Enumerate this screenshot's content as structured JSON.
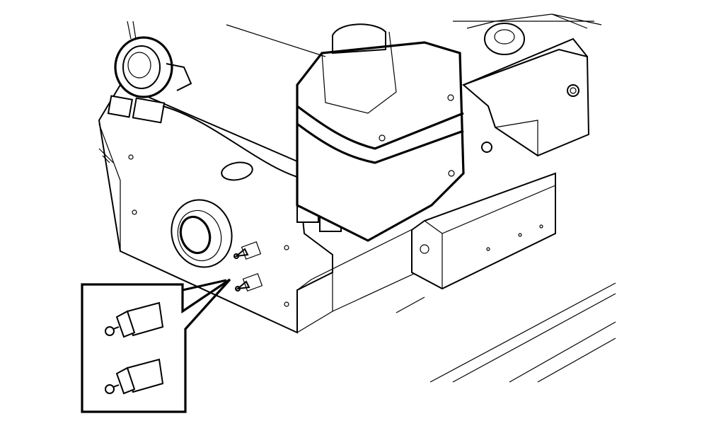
{
  "figure": {
    "kind": "technical-line-drawing",
    "colors": {
      "line": "#000000",
      "background": "#ffffff"
    },
    "parts": [
      "base-plate",
      "cover-housing",
      "tank-strap",
      "fuel-cap",
      "cap-knob",
      "cable-clip",
      "sight-gauge",
      "grease-fitting-upper",
      "grease-fitting-lower",
      "bracket",
      "mounting-bolt",
      "side-block",
      "floor-lines",
      "detail-callout"
    ],
    "callout": {
      "items": [
        "grease-fitting-detail-upper",
        "grease-fitting-detail-lower"
      ]
    }
  }
}
